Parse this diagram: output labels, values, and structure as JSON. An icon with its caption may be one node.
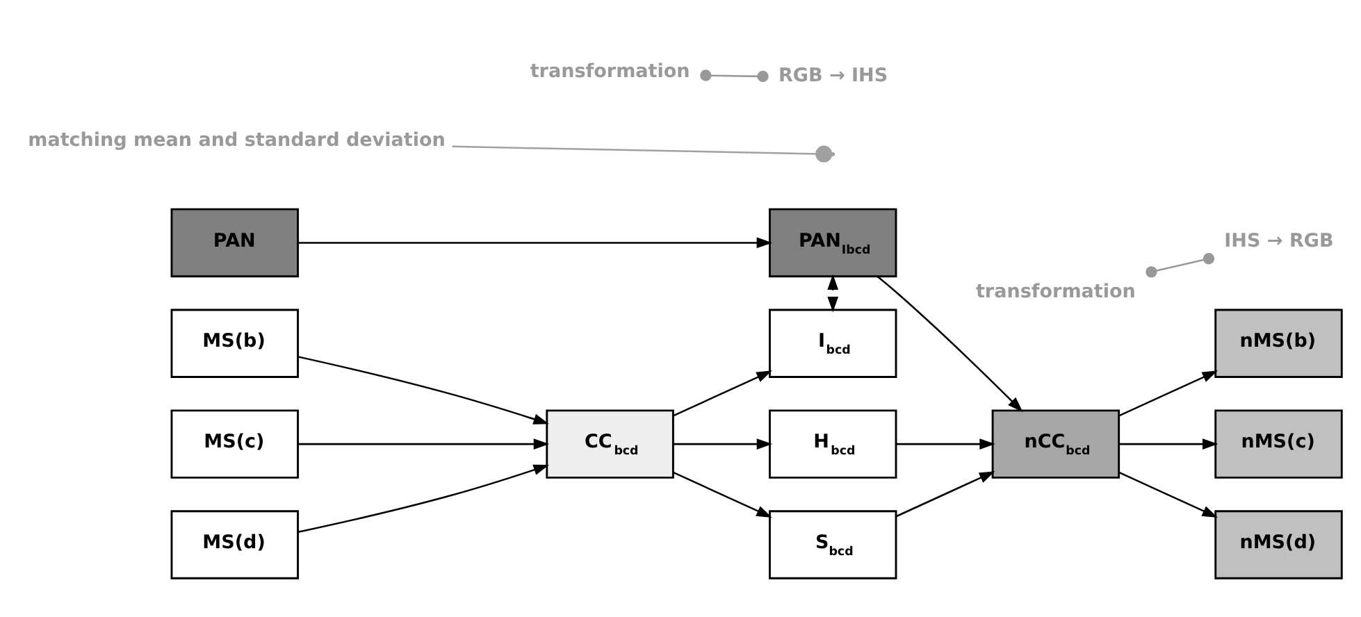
{
  "diagram": {
    "nodes": [
      {
        "text": [
          "PAN"
        ]
      },
      {
        "text": [
          "PAN$_{Ibcd}$"
        ]
      },
      {
        "text": [
          "MS(b)"
        ]
      },
      {
        "text": [
          "MS(c)"
        ]
      },
      {
        "text": [
          "MS(d)"
        ]
      },
      {
        "text": [
          "CC$_{bcd}$"
        ]
      },
      {
        "text": [
          "I$_{bcd}$"
        ]
      },
      {
        "text": [
          "H$_{bcd}$"
        ]
      },
      {
        "text": [
          "S$_{bcd}$"
        ]
      },
      {
        "text": [
          "nCC$_{bcd}$"
        ]
      },
      {
        "text": [
          "nMS(b)"
        ]
      },
      {
        "text": [
          "nMS(c)"
        ]
      },
      {
        "text": [
          "nMS(d)"
        ]
      },
      {
        "text": [
          "matching mean and standard deviation"
        ]
      }
    ],
    "edges": [
      {
        "from": 0,
        "to": 1,
        "arrow": "to"
      },
      {
        "from": 1,
        "to": 6,
        "arrow": "both",
        "style": "dashed"
      },
      {
        "from": 2,
        "to": 5,
        "arrow": "to"
      },
      {
        "from": 3,
        "to": 5,
        "arrow": "to"
      },
      {
        "from": 4,
        "to": 5,
        "arrow": "to"
      },
      {
        "from": 5,
        "to": 6,
        "arrow": "to"
      },
      {
        "from": 5,
        "to": 7,
        "arrow": "to"
      },
      {
        "from": 5,
        "to": 8,
        "arrow": "to"
      },
      {
        "from": 1,
        "to": 9,
        "arrow": "to"
      },
      {
        "from": 7,
        "to": 9,
        "arrow": "to"
      },
      {
        "from": 8,
        "to": 9,
        "arrow": "to"
      },
      {
        "from": 9,
        "to": 10,
        "arrow": "to"
      },
      {
        "from": 9,
        "to": 11,
        "arrow": "to"
      },
      {
        "from": 9,
        "to": 12,
        "arrow": "to"
      },
      {
        "from": 13,
        "to": null,
        "arrow": "other",
        "color": "#a0a0a0"
      }
    ],
    "labels": [
      "transformation",
      "RGB → IHS",
      "transformation",
      "IHS → RGB"
    ]
  }
}
